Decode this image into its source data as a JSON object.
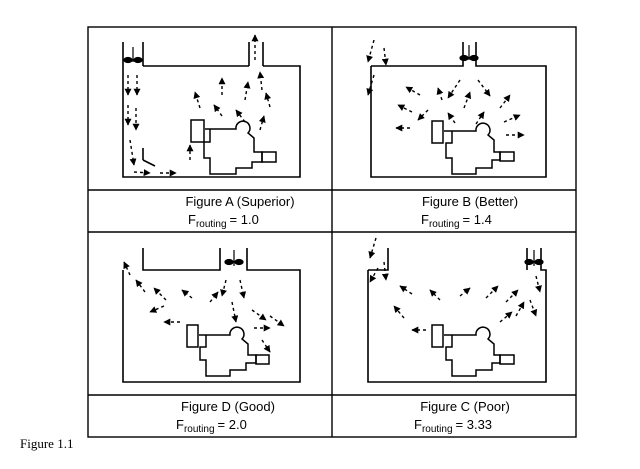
{
  "panels": [
    {
      "id": "A",
      "title": "Figure A (Superior)",
      "label_main": "F",
      "label_sub": "routing",
      "value": "= 1.0"
    },
    {
      "id": "B",
      "title": "Figure B (Better)",
      "label_main": "F",
      "label_sub": "routing",
      "value": "= 1.4"
    },
    {
      "id": "D",
      "title": "Figure D (Good)",
      "label_main": "F",
      "label_sub": "routing",
      "value": "= 2.0"
    },
    {
      "id": "C",
      "title": "Figure C (Poor)",
      "label_main": "F",
      "label_sub": "routing",
      "value": "= 3.33"
    }
  ],
  "figure_label": "Figure 1.1"
}
